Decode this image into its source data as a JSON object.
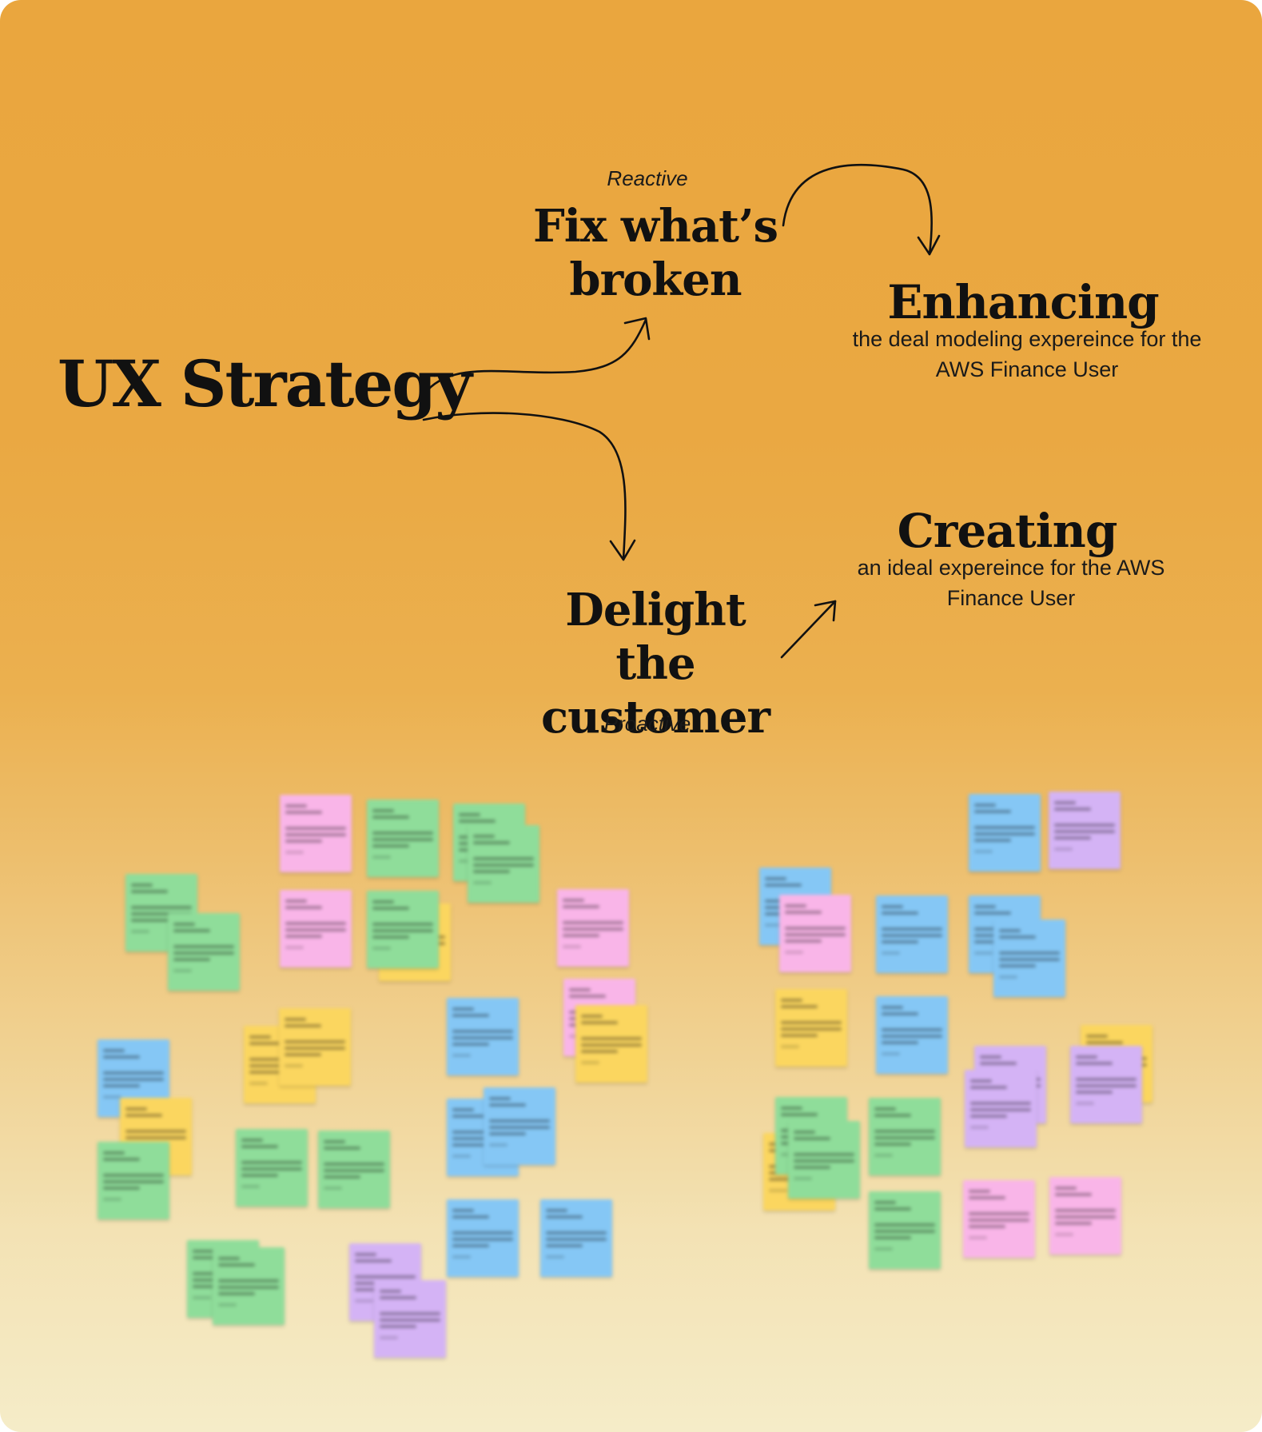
{
  "title": "UX Strategy",
  "branches": {
    "reactive": {
      "label": "Reactive",
      "heading_line1": "Fix what’s",
      "heading_line2": "broken"
    },
    "proactive": {
      "label": "Proactive",
      "heading_line1": "Delight the",
      "heading_line2": "customer"
    }
  },
  "outcomes": {
    "enhancing": {
      "heading": "Enhancing",
      "line1": "the deal modeling expereince for the",
      "line2": "AWS Finance User"
    },
    "creating": {
      "heading": "Creating",
      "line1": "an ideal expereince for the AWS",
      "line2": "Finance User"
    }
  },
  "colors": {
    "background_top": "#eaa63e",
    "background_bottom": "#f5ecc8",
    "ink": "#111111",
    "sticky_green": "#8fdd9a",
    "sticky_pink": "#f9b5e8",
    "sticky_blue": "#85c7f5",
    "sticky_yellow": "#fbd65f",
    "sticky_purple": "#d4b3f5"
  },
  "sticky_notes_blurred": true
}
